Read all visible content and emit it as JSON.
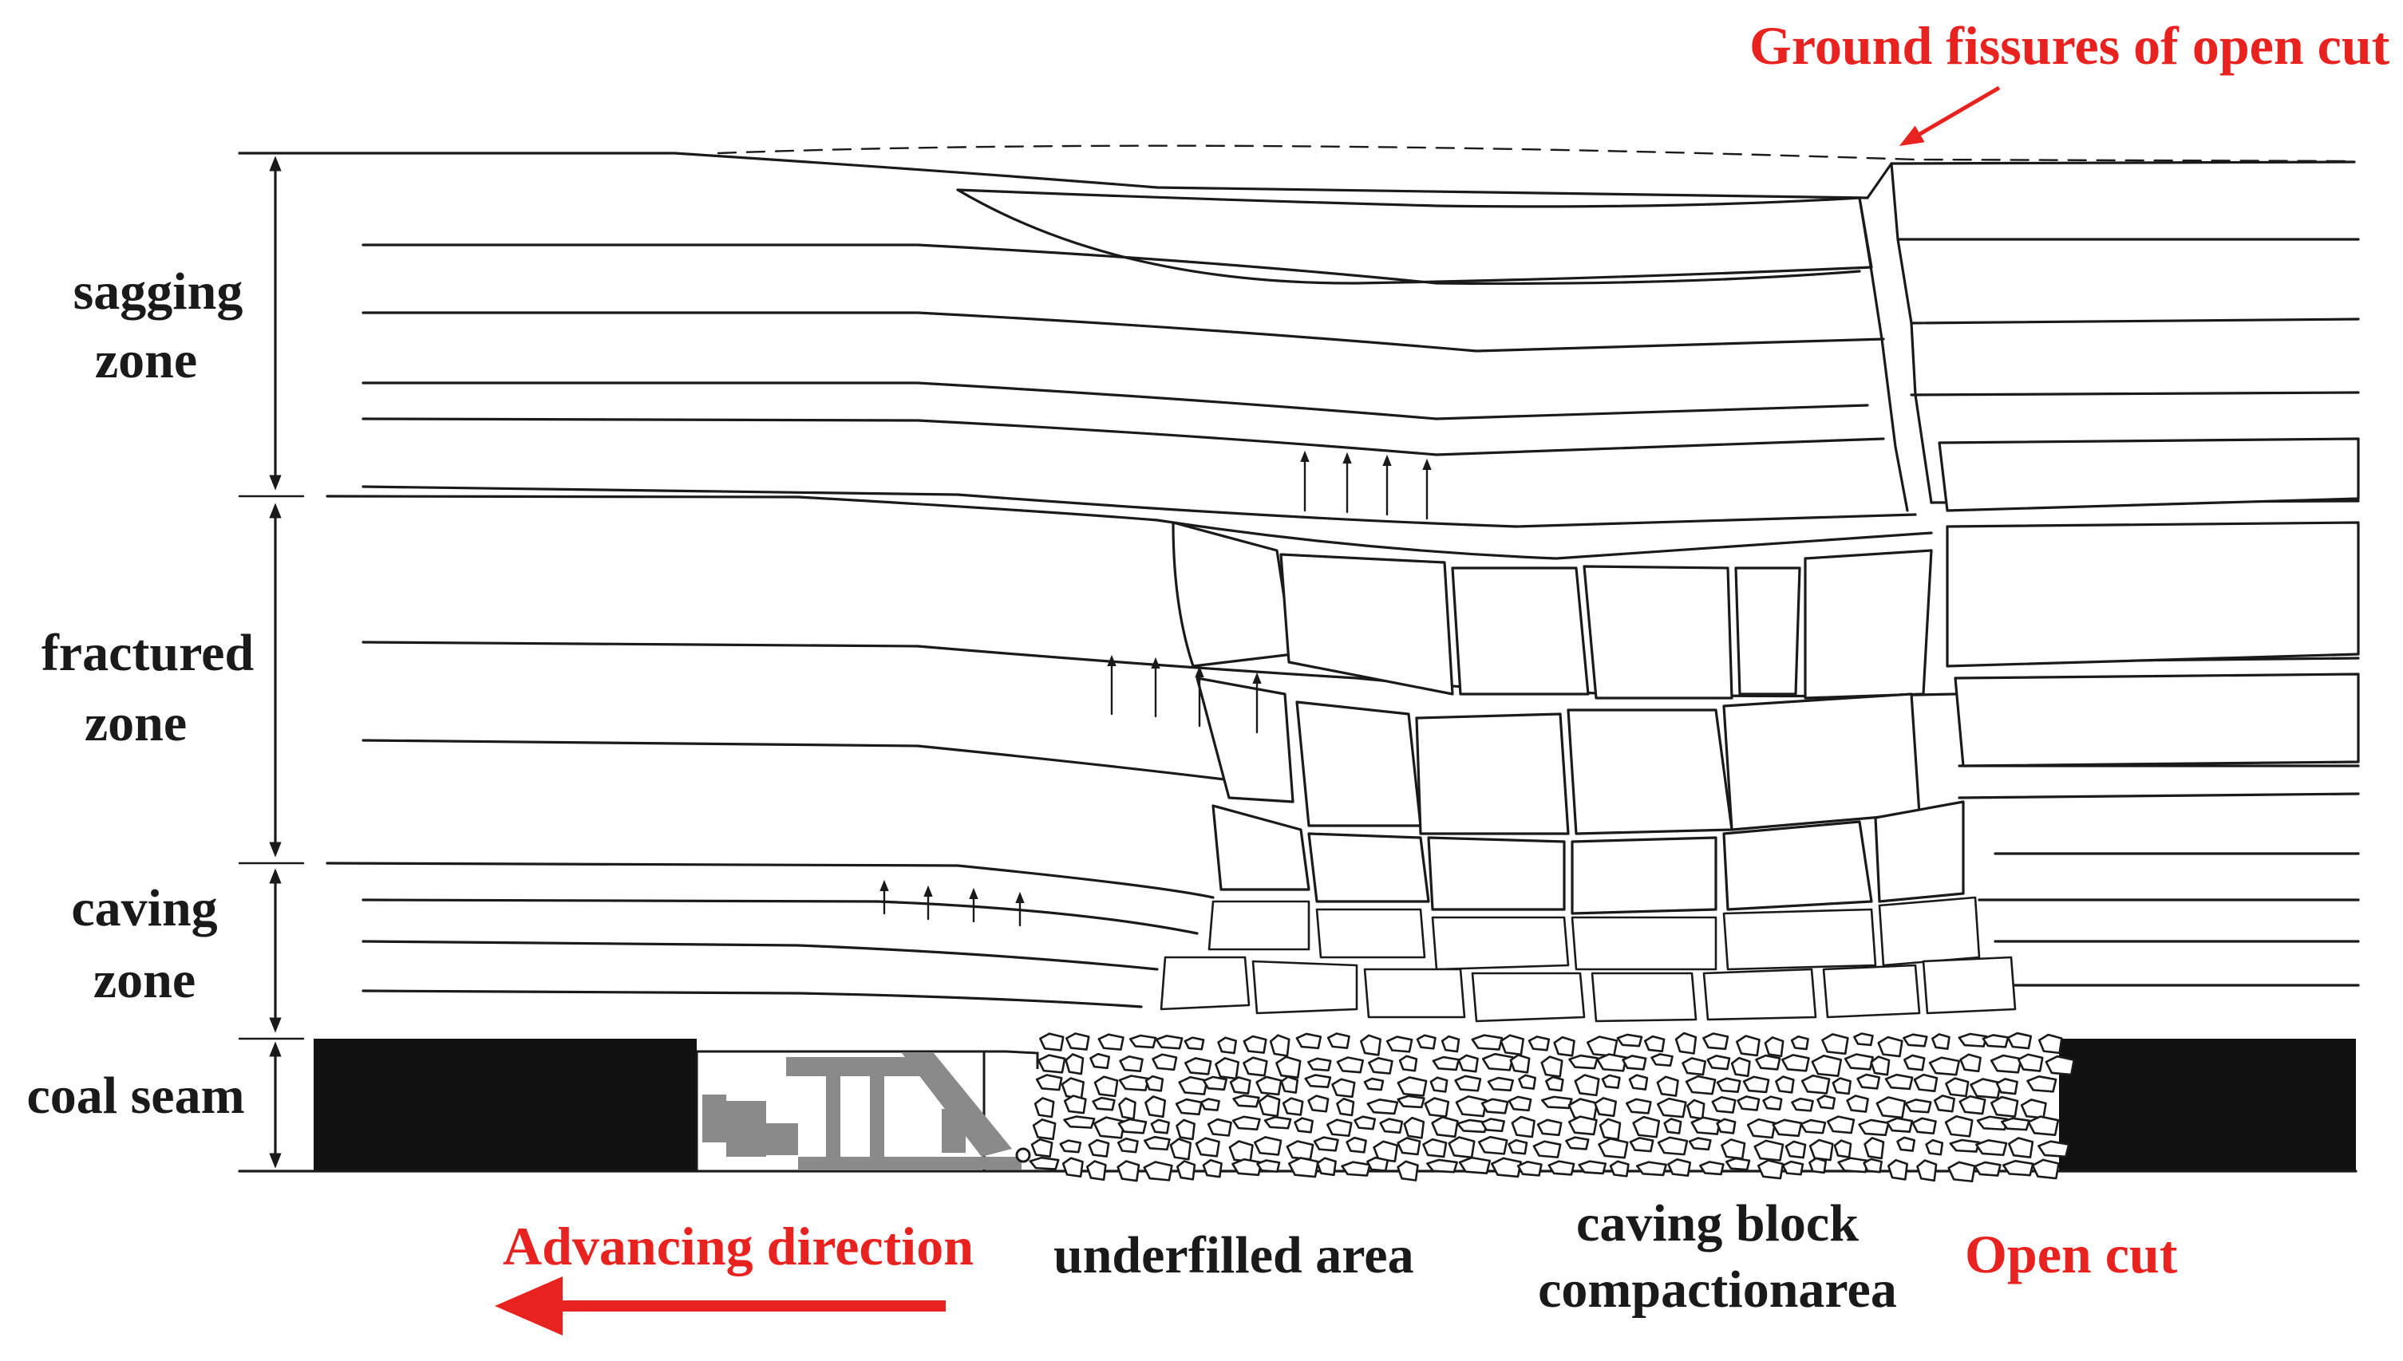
{
  "zones": [
    {
      "id": "sagging",
      "line1": "sagging",
      "line2": "zone"
    },
    {
      "id": "fractured",
      "line1": "fractured",
      "line2": "zone"
    },
    {
      "id": "caving",
      "line1": "caving",
      "line2": "zone"
    },
    {
      "id": "coal",
      "line1": "coal seam",
      "line2": ""
    }
  ],
  "labels": {
    "ground_fissures": "Ground fissures of open cut",
    "advancing_direction": "Advancing direction",
    "underfilled_area": "underfilled area",
    "caving_block_line1": "caving block",
    "caving_block_line2": "compactionarea",
    "open_cut": "Open cut"
  },
  "colors": {
    "annotation_red": "#e8221f",
    "ink": "#1a1a1a",
    "coal": "#111111",
    "support_grey": "#8a8a8a"
  },
  "icons": {
    "advance_arrow": "left-arrow-icon",
    "fissure_pointer": "pointer-arrow-icon",
    "support_equipment": "hydraulic-support-icon"
  }
}
